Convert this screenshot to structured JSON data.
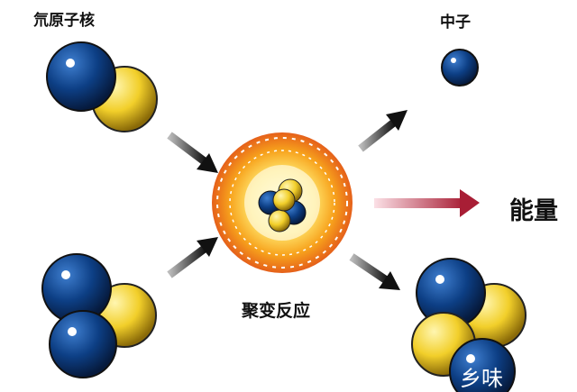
{
  "labels": {
    "deuterium": "氘原子核",
    "neutron": "中子",
    "energy": "能量",
    "fusion": "聚变反应"
  },
  "watermark": "乡味",
  "colors": {
    "blue": "#0d3f85",
    "yellow": "#f2cf2a",
    "arrow": "#222222",
    "energy_arrow": "#b0243a",
    "burst": "#f59a1a"
  }
}
